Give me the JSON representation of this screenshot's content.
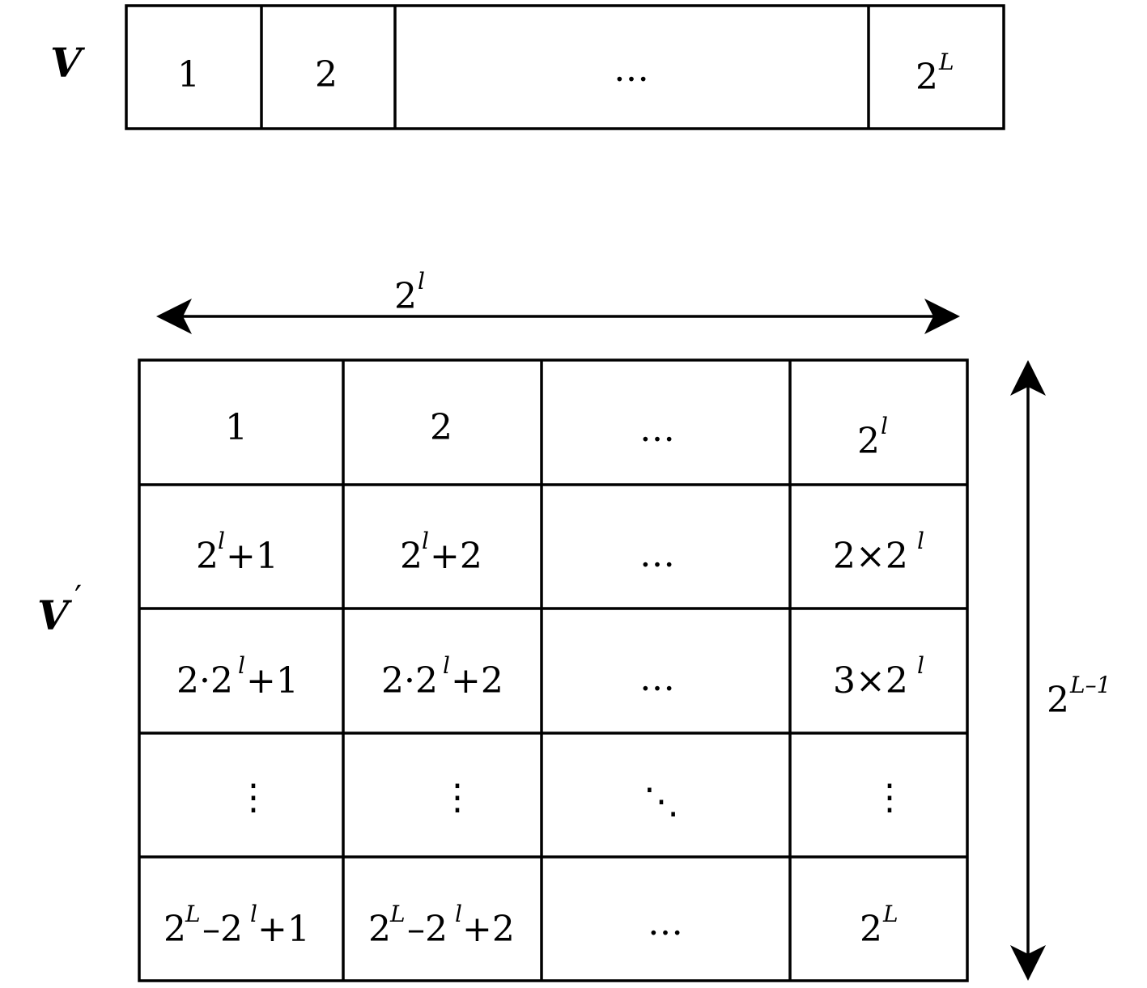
{
  "colors": {
    "stroke": "#000000",
    "background": "#ffffff"
  },
  "vector": {
    "label": "V",
    "cells": [
      {
        "base": "1",
        "sup": "",
        "tail": ""
      },
      {
        "base": "2",
        "sup": "",
        "tail": ""
      },
      {
        "base": "…",
        "sup": "",
        "tail": ""
      },
      {
        "base": "2",
        "sup": "L",
        "tail": ""
      }
    ]
  },
  "matrix": {
    "label": "V",
    "label_prime": "′",
    "rows": [
      [
        {
          "base": "1",
          "sup": "",
          "tail": ""
        },
        {
          "base": "2",
          "sup": "",
          "tail": ""
        },
        {
          "base": "…",
          "sup": "",
          "tail": ""
        },
        {
          "base": "2",
          "sup": "l",
          "tail": ""
        }
      ],
      [
        {
          "base": "2",
          "sup": "l",
          "tail": "+1"
        },
        {
          "base": "2",
          "sup": "l",
          "tail": "+2"
        },
        {
          "base": "…",
          "sup": "",
          "tail": ""
        },
        {
          "base": "2×2",
          "sup": "l",
          "tail": ""
        }
      ],
      [
        {
          "base": "2·2",
          "sup": "l",
          "tail": "+1"
        },
        {
          "base": "2·2",
          "sup": "l",
          "tail": "+2"
        },
        {
          "base": "…",
          "sup": "",
          "tail": ""
        },
        {
          "base": "3×2",
          "sup": "l",
          "tail": ""
        }
      ],
      [
        {
          "base": "⋮",
          "sup": "",
          "tail": ""
        },
        {
          "base": "⋮",
          "sup": "",
          "tail": ""
        },
        {
          "base": "⋱",
          "sup": "",
          "tail": ""
        },
        {
          "base": "⋮",
          "sup": "",
          "tail": ""
        }
      ],
      [
        {
          "base": "2",
          "sup": "L",
          "tail": "–2",
          "sup2": "l",
          "tail2": "+1"
        },
        {
          "base": "2",
          "sup": "L",
          "tail": "–2",
          "sup2": "l",
          "tail2": "+2"
        },
        {
          "base": "…",
          "sup": "",
          "tail": ""
        },
        {
          "base": "2",
          "sup": "L",
          "tail": ""
        }
      ]
    ]
  },
  "width_dimension": {
    "base": "2",
    "sup": "l"
  },
  "height_dimension": {
    "base": "2",
    "sup": "L–1"
  }
}
